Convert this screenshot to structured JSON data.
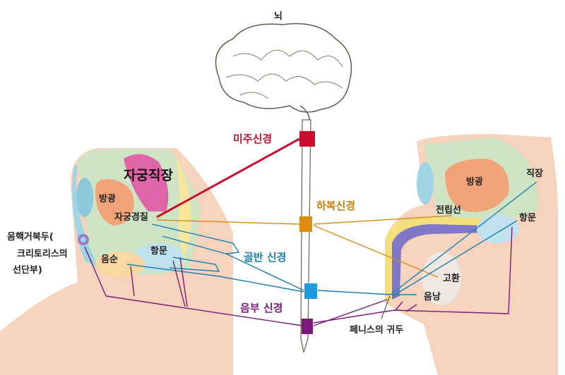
{
  "title": "뇌",
  "nerves": {
    "vagus": {
      "label": "미주신경",
      "color": "#c8102e"
    },
    "hypogastric": {
      "label": "하복신경",
      "color": "#d98c1a"
    },
    "pelvic": {
      "label": "골반 신경",
      "color": "#1a7fb0"
    },
    "pudendal": {
      "label": "음부 신경",
      "color": "#7a1a7a"
    }
  },
  "female": {
    "uterus_rectum": "자궁직장",
    "bladder": "방광",
    "cervix": "자궁경질",
    "labia": "음순",
    "anus": "항문",
    "clitoris_line1": "음핵거북두(",
    "clitoris_line2": "크리토리스의",
    "clitoris_line3": "선단부)"
  },
  "male": {
    "bladder": "방광",
    "rectum": "직장",
    "prostate": "전립선",
    "anus": "항문",
    "testis": "고환",
    "scrotum": "음낭",
    "glans": "페니스의 귀두"
  }
}
